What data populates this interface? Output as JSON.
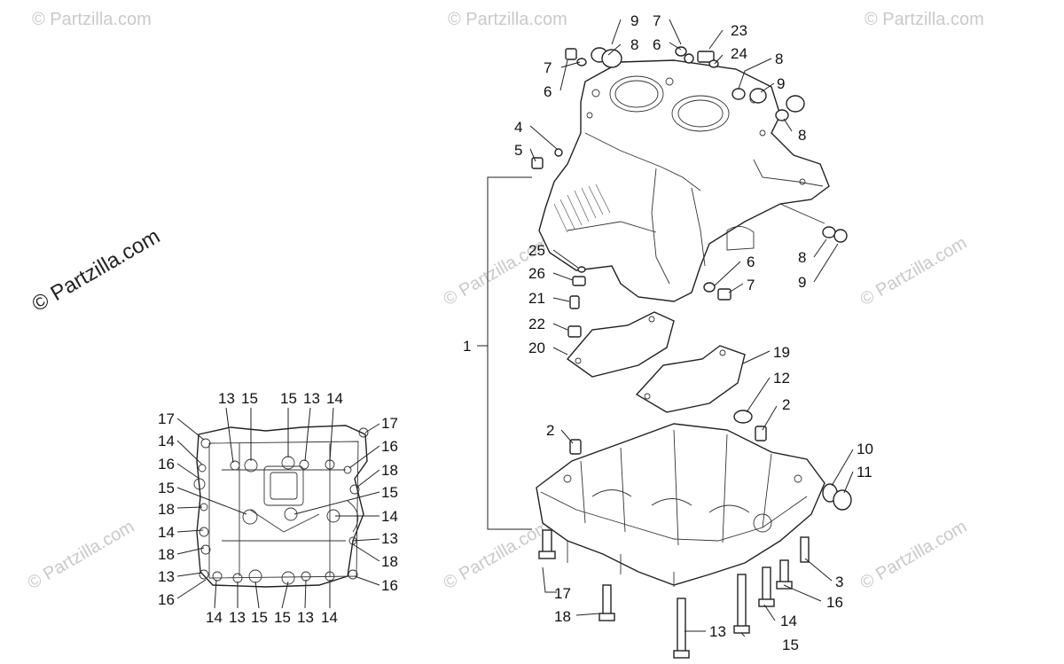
{
  "watermark": {
    "main_text": "© Partzilla.com",
    "tile_text": "© Partzilla.com"
  },
  "diagram": {
    "callouts": {
      "main_1": "1",
      "top_9": "9",
      "top_7": "7",
      "top_23": "23",
      "top_8": "8",
      "top_6": "6",
      "top_24": "24",
      "l_7": "7",
      "l_6": "6",
      "r_8a": "8",
      "r_9a": "9",
      "r_8b": "8",
      "c_4": "4",
      "c_5": "5",
      "c_25": "25",
      "c_26": "26",
      "c_21": "21",
      "c_22": "22",
      "c_20": "20",
      "m_6": "6",
      "m_7": "7",
      "r_8c": "8",
      "r_9c": "9",
      "c_19": "19",
      "c_12": "12",
      "c_2a": "2",
      "c_2b": "2",
      "c_10": "10",
      "c_11": "11",
      "b_3": "3",
      "b_16": "16",
      "b_17": "17",
      "b_18": "18",
      "b_14": "14",
      "b_13": "13",
      "b_15": "15",
      "s_t13a": "13",
      "s_t15a": "15",
      "s_t15b": "15",
      "s_t13b": "13",
      "s_t14": "14",
      "s_l17": "17",
      "s_l14a": "14",
      "s_l16": "16",
      "s_l15": "15",
      "s_l18a": "18",
      "s_l14b": "14",
      "s_l18b": "18",
      "s_l13": "13",
      "s_l16b": "16",
      "s_r17": "17",
      "s_r16": "16",
      "s_r18a": "18",
      "s_r15": "15",
      "s_r14": "14",
      "s_r13": "13",
      "s_r18b": "18",
      "s_r16b": "16",
      "s_b14a": "14",
      "s_b13a": "13",
      "s_b15a": "15",
      "s_b15b": "15",
      "s_b13b": "13",
      "s_b14b": "14"
    }
  }
}
